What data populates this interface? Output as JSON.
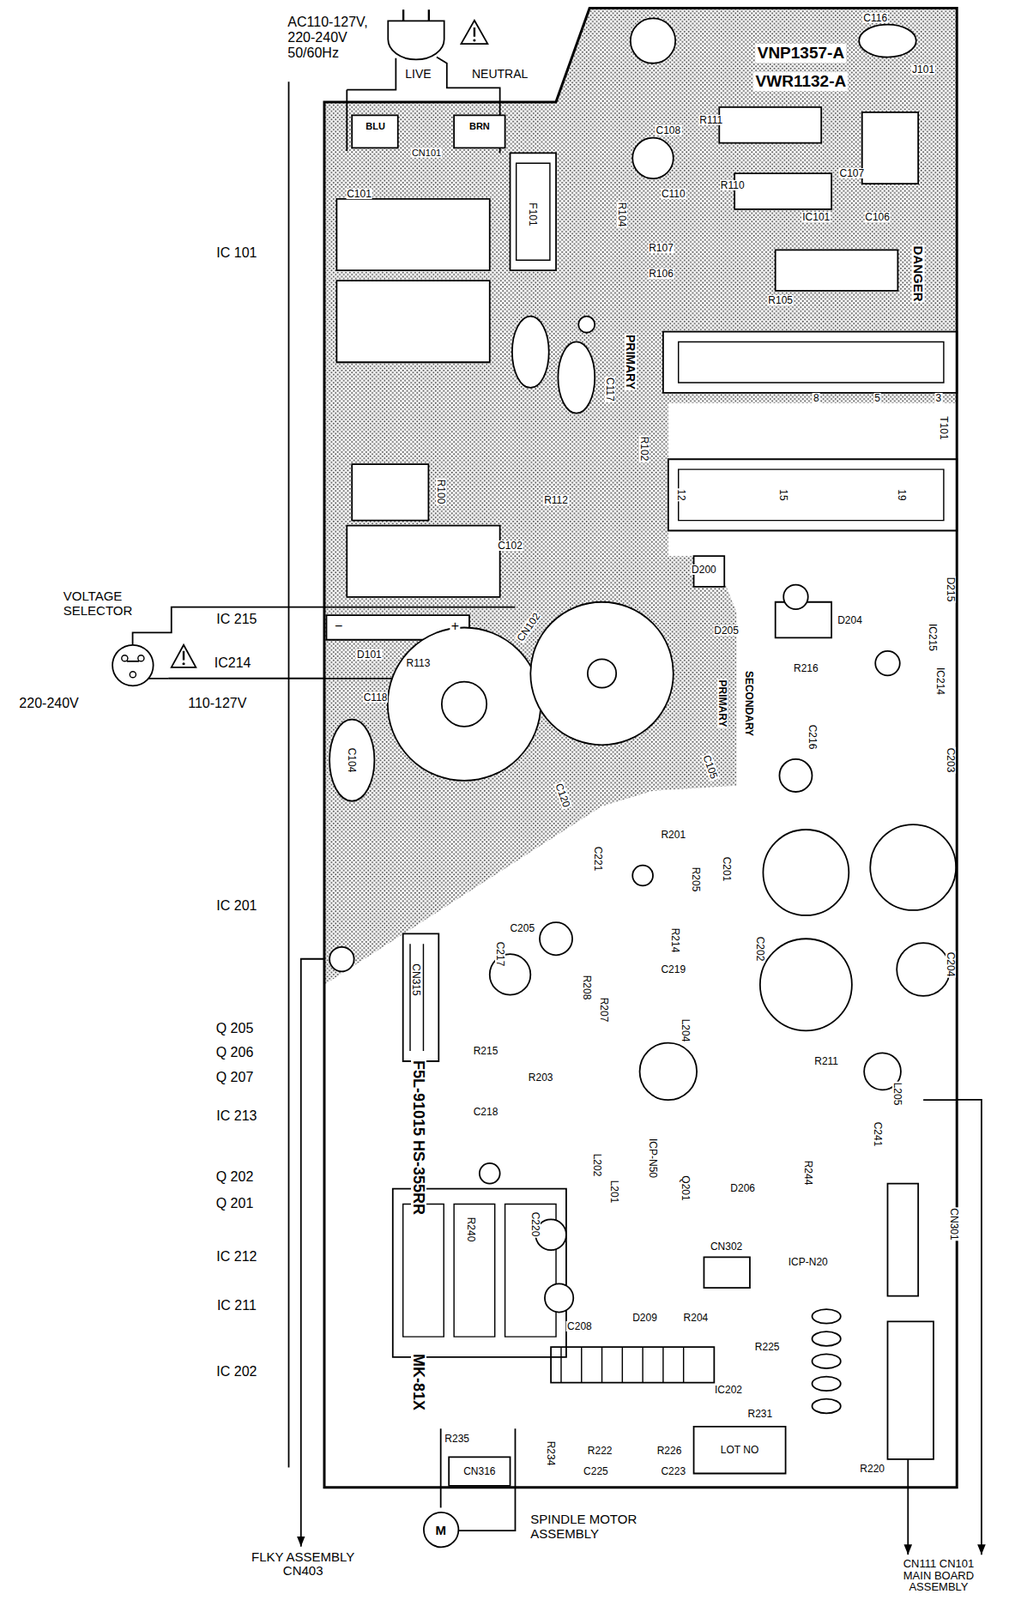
{
  "diagram": {
    "nodes": [
      {
        "text": [
          "AC110-127V, 220-240V 50/60Hz"
        ]
      },
      {
        "text": [
          "VNP1357-A",
          "VWR1132-A"
        ]
      },
      {
        "text": [
          "VOLTAGE SELECTOR"
        ]
      },
      {
        "text": [
          "M",
          "SPINDLE MOTOR ASSEMBLY"
        ]
      },
      {
        "text": [
          "FLKY ASSEMBLY CN403"
        ]
      },
      {
        "text": [
          "CN111 CN101 MAIN BOARD ASSEMBLY"
        ]
      }
    ],
    "edges": [
      {
        "from": 0,
        "to": 1,
        "arrow": "none"
      },
      {
        "from": 2,
        "to": 1,
        "arrow": "none"
      },
      {
        "from": 1,
        "to": 3,
        "arrow": "none"
      },
      {
        "from": 1,
        "to": 4,
        "arrow": "to"
      },
      {
        "from": 1,
        "to": 5,
        "arrow": "to"
      },
      {
        "from": 1,
        "to": 5,
        "arrow": "to"
      }
    ],
    "labels": [
      "LIVE",
      "NEUTRAL",
      "BLU",
      "BRN",
      "CN101",
      "IC 101",
      "IC 215",
      "IC214",
      "220-240V",
      "110-127V",
      "IC 201",
      "Q 205",
      "Q 206",
      "Q 207",
      "IC 213",
      "Q 202",
      "Q 201",
      "IC 212",
      "IC 211",
      "IC 202",
      "C116",
      "J101",
      "C108",
      "R111",
      "C110",
      "R110",
      "C107",
      "C106",
      "IC101",
      "R104",
      "R107",
      "R106",
      "R105",
      "DANGER",
      "C101",
      "F101",
      "PRIMARY",
      "C117",
      "R102",
      "T101",
      "8",
      "5",
      "3",
      "12",
      "15",
      "19",
      "R100",
      "R112",
      "C102",
      "D200",
      "−",
      "+",
      "D101",
      "CN102",
      "R113",
      "C118",
      "C104",
      "C120",
      "C105",
      "PRIMARY",
      "SECONDARY",
      "D205",
      "D204",
      "R216",
      "C216",
      "IC214",
      "D215",
      "IC215",
      "C203",
      "R201",
      "R205",
      "C201",
      "C221",
      "C205",
      "C217",
      "R214",
      "C219",
      "R208",
      "R207",
      "L204",
      "C202",
      "C204",
      "CN315",
      "F5L-91015 HS-355RR",
      "MK-81X",
      "R215",
      "R203",
      "C218",
      "R211",
      "L205",
      "C241",
      "L202",
      "L201",
      "ICP-N50",
      "Q201",
      "D206",
      "R244",
      "CN301",
      "R240",
      "C220",
      "CN302",
      "ICP-N20",
      "C208",
      "D209",
      "R204",
      "R225",
      "IC202",
      "R231",
      "R235",
      "CN316",
      "R234",
      "R222",
      "C225",
      "R226",
      "C223",
      "LOT NO",
      "R220"
    ]
  }
}
